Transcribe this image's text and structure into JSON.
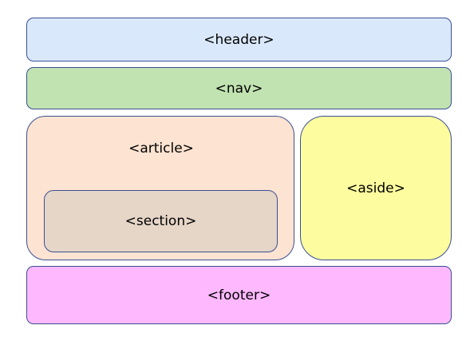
{
  "diagram": {
    "header": {
      "label": "<header>"
    },
    "nav": {
      "label": "<nav>"
    },
    "article": {
      "label": "<article>",
      "section": {
        "label": "<section>"
      }
    },
    "aside": {
      "label": "<aside>"
    },
    "footer": {
      "label": "<footer>"
    }
  },
  "colors": {
    "header": "#dae8fc",
    "nav": "#c1e3b1",
    "article": "#fde3d1",
    "section": "#e6d6c8",
    "aside": "#fdfc9e",
    "footer": "#feb9fe",
    "border": "#3b4f94"
  }
}
